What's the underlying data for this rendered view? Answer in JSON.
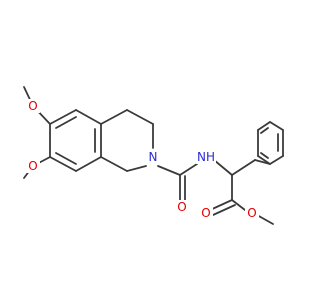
{
  "molecule": {
    "atoms": [
      {
        "id": "o_top_methoxy",
        "symbol": "O",
        "color": "#e00000"
      },
      {
        "id": "o_low_methoxy",
        "symbol": "O",
        "color": "#e00000"
      },
      {
        "id": "n_ring",
        "symbol": "N",
        "color": "#2b2bd6"
      },
      {
        "id": "o_carbonyl_urea",
        "symbol": "O",
        "color": "#e00000"
      },
      {
        "id": "nh_amide",
        "symbol": "NH",
        "color": "#2b2bd6"
      },
      {
        "id": "o_carbonyl_ester",
        "symbol": "O",
        "color": "#e00000"
      },
      {
        "id": "o_ester",
        "symbol": "O",
        "color": "#e00000"
      }
    ],
    "bond_color": "#3a3a3a"
  }
}
